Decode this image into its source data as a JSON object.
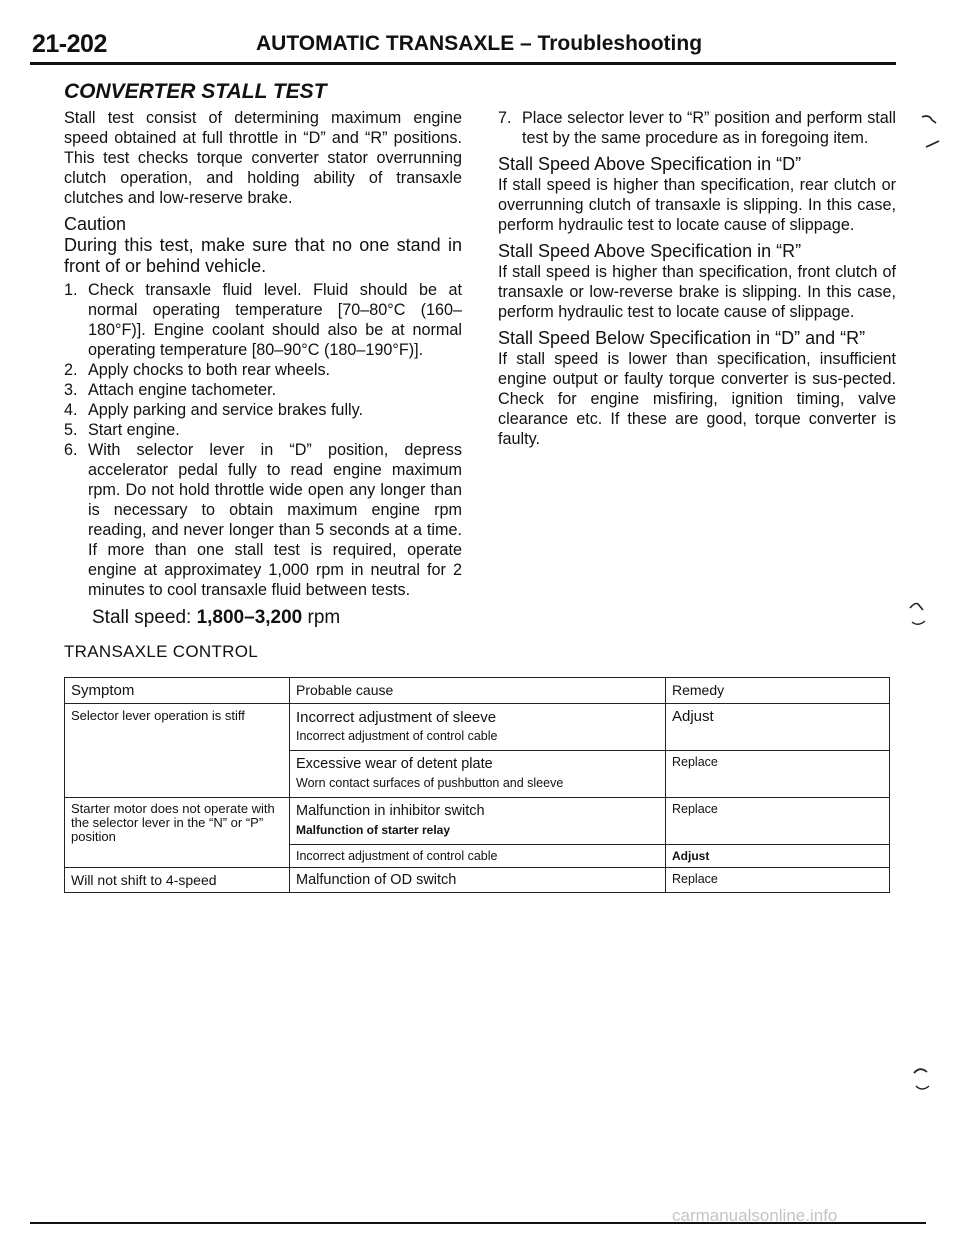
{
  "header": {
    "page_number": "21-202",
    "title": "AUTOMATIC TRANSAXLE – Troubleshooting"
  },
  "section": {
    "title": "CONVERTER STALL TEST",
    "intro": "Stall test consist of determining maximum engine speed obtained at full throttle in “D” and “R” positions. This test checks torque converter stator overrunning clutch operation, and holding ability of transaxle clutches and low-reserve brake.",
    "caution_label": "Caution",
    "caution_text": "During this test, make sure that no one stand in front of or behind vehicle.",
    "steps": [
      {
        "num": "1.",
        "text": "Check transaxle fluid level. Fluid should be at normal operating temperature [70–80°C (160–180°F)]. Engine coolant should also be at normal operating temperature [80–90°C (180–190°F)]."
      },
      {
        "num": "2.",
        "text": "Apply chocks to both rear wheels."
      },
      {
        "num": "3.",
        "text": "Attach engine tachometer."
      },
      {
        "num": "4.",
        "text": "Apply parking and service brakes fully."
      },
      {
        "num": "5.",
        "text": "Start engine."
      },
      {
        "num": "6.",
        "text": "With selector lever in “D” position, depress accelerator pedal fully to read engine maximum rpm. Do not hold throttle wide open any longer than is necessary to obtain maximum engine rpm reading, and never longer than 5 seconds at a time. If more than one stall test is required, operate engine at approximatey 1,000 rpm in neutral for 2 minutes to cool transaxle fluid between tests."
      }
    ],
    "stall_speed_label": "Stall speed:",
    "stall_speed_value": "1,800–3,200",
    "stall_speed_unit": "rpm",
    "step7": {
      "num": "7.",
      "text": "Place selector lever to “R” position and perform stall test by the same procedure as in foregoing item."
    },
    "cases": [
      {
        "heading": "Stall Speed Above Specification in “D”",
        "text": "If stall speed is higher than specification, rear clutch or overrunning clutch of transaxle is slipping. In this case, perform hydraulic test to locate cause of slippage."
      },
      {
        "heading": "Stall Speed Above Specification in “R”",
        "text": "If stall speed is higher than specification, front clutch of transaxle or low-reverse brake is slipping. In this case, perform hydraulic test to locate cause of slippage."
      },
      {
        "heading": "Stall Speed Below Specification in “D” and “R”",
        "text": "If stall speed is lower than specification, insufficient engine output or faulty torque converter is sus-pected. Check for engine misfiring, ignition timing, valve clearance etc. If these are good, torque converter is faulty."
      }
    ]
  },
  "table": {
    "caption": "TRANSAXLE CONTROL",
    "headers": [
      "Symptom",
      "Probable cause",
      "Remedy"
    ],
    "rows": [
      {
        "symptom": "Selector lever operation is stiff",
        "cause1": "Incorrect adjustment of sleeve",
        "cause2": "Incorrect adjustment of control cable",
        "remedy": "Adjust"
      },
      {
        "symptom": "",
        "cause1": "Excessive wear of detent plate",
        "cause2": "Worn contact surfaces of pushbutton and sleeve",
        "remedy": "Replace"
      },
      {
        "symptom": "Starter motor does not operate with the selector lever in the “N” or “P” position",
        "cause1": "Malfunction in inhibitor switch",
        "cause2": "Malfunction of starter relay",
        "remedy": "Replace"
      },
      {
        "symptom": "",
        "cause1": "Incorrect adjustment of control cable",
        "cause2": "",
        "remedy": "Adjust"
      },
      {
        "symptom": "Will not shift to 4-speed",
        "cause1": "Malfunction of OD switch",
        "cause2": "",
        "remedy": "Replace"
      }
    ]
  },
  "watermark": "carmanualsonline.info"
}
